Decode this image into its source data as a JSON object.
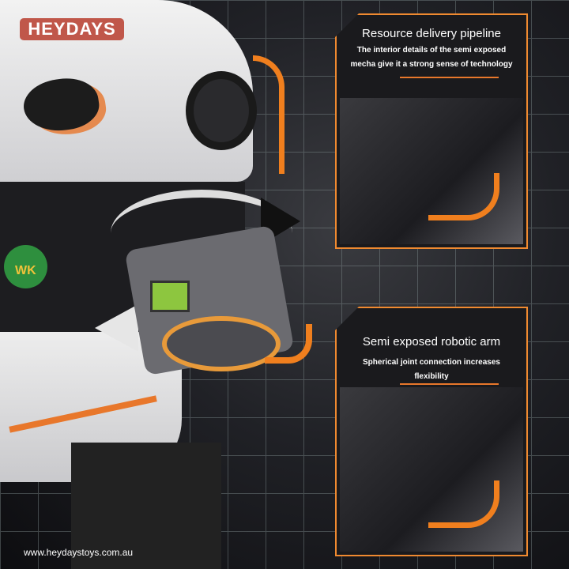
{
  "brand": {
    "logo": "HEYDAYS"
  },
  "panels": [
    {
      "title": "Resource delivery pipeline",
      "description": "The interior details of the semi exposed mecha give it a strong sense of technology"
    },
    {
      "title": "Semi exposed robotic arm",
      "description": "Spherical joint connection increases flexibility"
    }
  ],
  "badge": {
    "text": "WK"
  },
  "footer": {
    "url": "www.heydaystoys.com.au"
  },
  "colors": {
    "accent": "#f07f1e",
    "logo_bg": "#c0574a",
    "background": "#151518"
  }
}
